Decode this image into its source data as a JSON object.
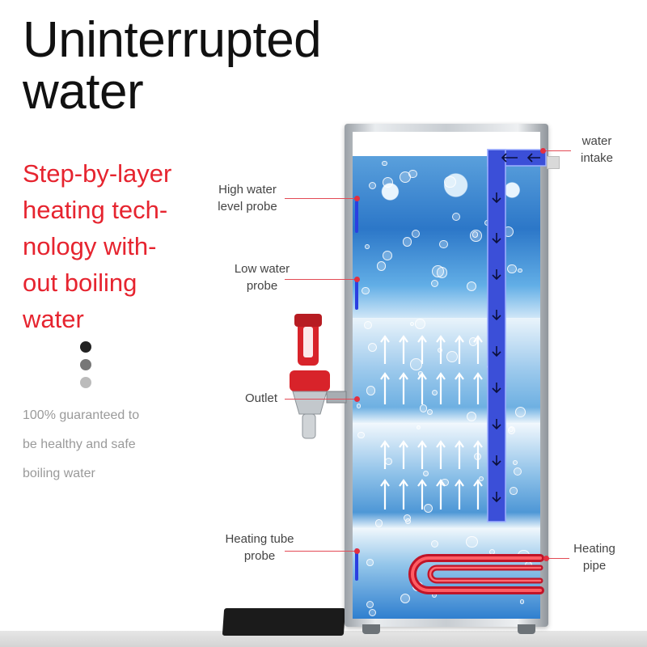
{
  "title": {
    "line1": "Uninterrupted",
    "line2": "water"
  },
  "subtitle": {
    "lines": [
      "Step-by-layer",
      "heating tech-",
      "nology with-",
      "out boiling",
      "water"
    ]
  },
  "dots": [
    "#222222",
    "#777777",
    "#bbbbbb"
  ],
  "description": {
    "lines": [
      "100% guaranteed to",
      "be healthy and safe",
      "boiling water"
    ]
  },
  "labels": {
    "high_probe": [
      "High water",
      "level probe"
    ],
    "low_probe": [
      "Low water",
      "probe"
    ],
    "outlet": "Outlet",
    "heating_tube_probe": [
      "Heating tube",
      "probe"
    ],
    "water_intake": [
      "water",
      "intake"
    ],
    "heating_pipe": [
      "Heating",
      "pipe"
    ]
  },
  "colors": {
    "accent": "#e6242f",
    "probe": "#2b3fe0",
    "heater": "#e8283a",
    "intake_pipe": "#3b4fd8"
  }
}
